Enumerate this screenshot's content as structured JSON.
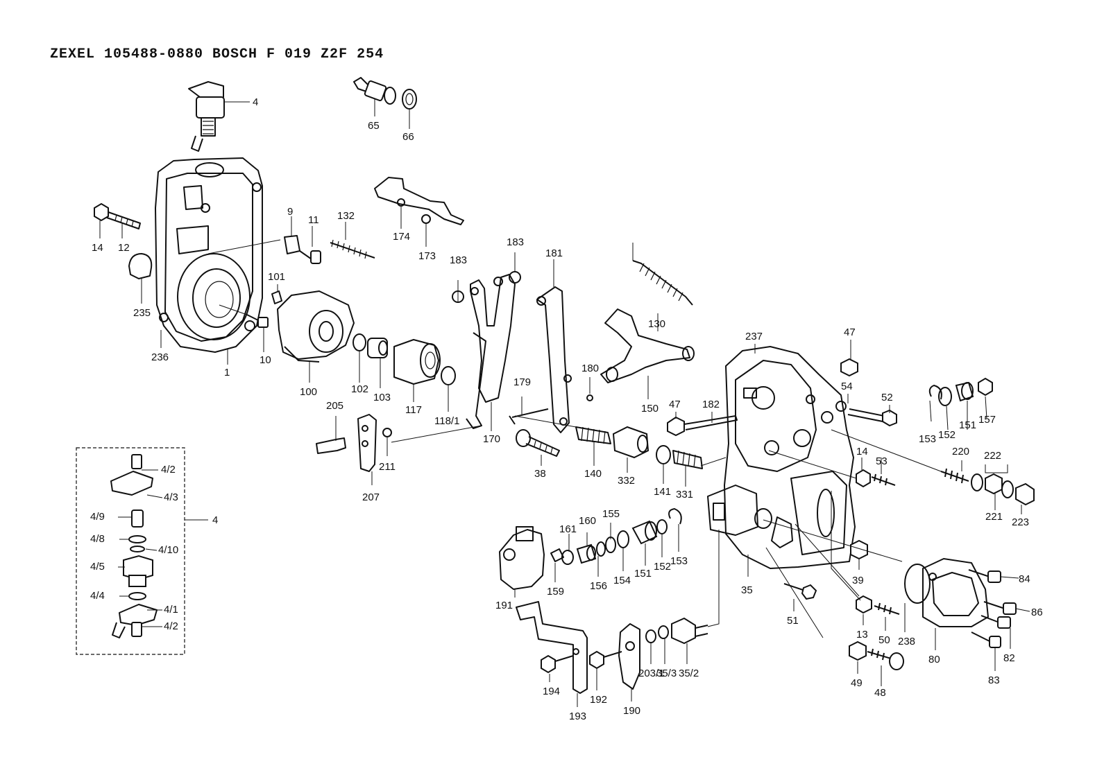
{
  "title": "ZEXEL  105488-0880  BOSCH  F 019 Z2F 254",
  "labels": {
    "l4": "4",
    "l65": "65",
    "l66": "66",
    "l174": "174",
    "l173": "173",
    "l14": "14",
    "l12": "12",
    "l235": "235",
    "l236": "236",
    "l1": "1",
    "l10": "10",
    "l9": "9",
    "l11": "11",
    "l132": "132",
    "l101": "101",
    "l100": "100",
    "l102": "102",
    "l103": "103",
    "l117": "117",
    "l118_1": "118/1",
    "l183a": "183",
    "l183b": "183",
    "l181": "181",
    "l170": "170",
    "l179": "179",
    "l180": "180",
    "l130": "130",
    "l150": "150",
    "l205": "205",
    "l207": "207",
    "l211": "211",
    "l38": "38",
    "l140": "140",
    "l332": "332",
    "l141": "141",
    "l331": "331",
    "l47a": "47",
    "l182": "182",
    "l237": "237",
    "l47b": "47",
    "l54": "54",
    "l52": "52",
    "l153a": "153",
    "l152a": "152",
    "l151a": "151",
    "l157": "157",
    "l14b": "14",
    "l53": "53",
    "l220": "220",
    "l222": "222",
    "l221": "221",
    "l223": "223",
    "i4_2a": "4/2",
    "i4_3": "4/3",
    "i4_9": "4/9",
    "i4_8": "4/8",
    "i4_10": "4/10",
    "i4_5": "4/5",
    "i4_4": "4/4",
    "i4_1": "4/1",
    "i4_2b": "4/2",
    "i4": "4",
    "l191": "191",
    "l161": "161",
    "l160": "160",
    "l155": "155",
    "l159": "159",
    "l156": "156",
    "l154": "154",
    "l151b": "151",
    "l152b": "152",
    "l153b": "153",
    "l35": "35",
    "l39": "39",
    "l84": "84",
    "l86": "86",
    "l238": "238",
    "l80": "80",
    "l82": "82",
    "l83": "83",
    "l51": "51",
    "l13": "13",
    "l50": "50",
    "l49": "49",
    "l48": "48",
    "l194": "194",
    "l193": "193",
    "l192": "192",
    "l190": "190",
    "l203_1": "203/1",
    "l35_3": "35/3",
    "l35_2": "35/2"
  }
}
